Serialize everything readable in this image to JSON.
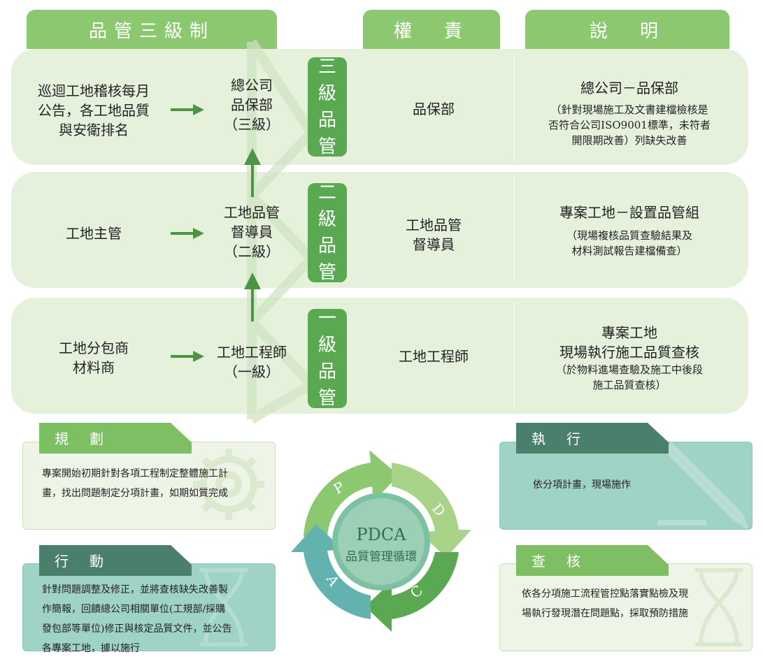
{
  "headers": {
    "system": "品管三級制",
    "authority": "權　責",
    "description": "說　明"
  },
  "rows": [
    {
      "source": "巡迴工地稽核每月\n公告，各工地品質\n與安衛排名",
      "unit": "總公司\n品保部\n（三級）",
      "level": [
        "三",
        "級",
        "品",
        "管"
      ],
      "authority": "品保部",
      "desc_title": "總公司－品保部",
      "desc_body": "（針對現場施工及文書建檔檢核是\n否符合公司ISO9001標準，未符者\n開限期改善）列缺失改善"
    },
    {
      "source": "工地主管",
      "unit": "工地品管\n督導員\n（二級）",
      "level": [
        "二",
        "級",
        "品",
        "管"
      ],
      "authority": "工地品管\n督導員",
      "desc_title": "專案工地－設置品管組",
      "desc_body": "（現場複核品質查驗結果及\n材料測試報告建檔備查）"
    },
    {
      "source": "工地分包商\n材料商",
      "unit": "工地工程師\n（一級）",
      "level": [
        "一",
        "級",
        "品",
        "管"
      ],
      "authority": "工地工程師",
      "desc_title": "專案工地\n現場執行施工品質查核",
      "desc_body": "（於物料進場查驗及施工中後段\n施工品質查核）"
    }
  ],
  "panels": {
    "plan": {
      "title": "規劃",
      "text": "專案開始初期針對各項工程制定整體施工計\n畫，找出問題制定分項計畫，如期如質完成"
    },
    "do": {
      "title": "執行",
      "text": "依分項計畫，現場施作"
    },
    "action": {
      "title": "行動",
      "text": "針對問題調整及修正，並將查核缺失改善製\n作簡報，回饋總公司相關單位(工規部/採購\n發包部等單位)修正與核定品質文件，並公告\n各專案工地，據以施行"
    },
    "check": {
      "title": "查核",
      "text": "依各分項施工流程管控點落實點檢及現\n場執行發現潛在問題點，採取預防措施"
    }
  },
  "cycle": {
    "center_title": "PDCA",
    "center_sub": "品質管理循環",
    "p": "P",
    "d": "D",
    "c": "C",
    "a": "A"
  },
  "colors": {
    "header": "#8cc870",
    "row": "#e6f1dc",
    "level": "#5aa852",
    "arrow": "#4e9446",
    "plan_tab": "#7fbf63",
    "dark_tab": "#4a7f6c",
    "teal_panel": "#9fd3c6",
    "light_panel": "#eef5e6"
  }
}
